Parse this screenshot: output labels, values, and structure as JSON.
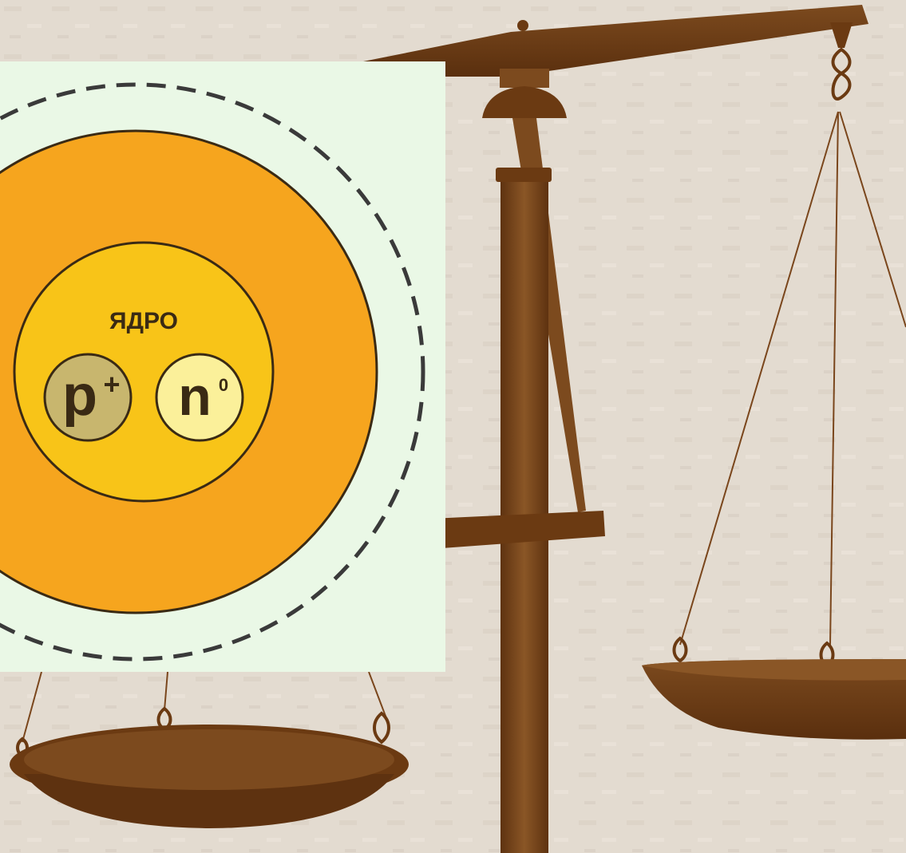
{
  "colors": {
    "background": "#e3dbd0",
    "scale_wood_dark": "#6b3a12",
    "scale_wood_light": "#8a5626",
    "panel_bg": "#eaf8e6",
    "shell_orange": "#f6a51e",
    "nucleus_yellow": "#f8c418",
    "proton_fill": "#c8b66e",
    "neutron_fill": "#fbf09a",
    "outline": "#3a2a14"
  },
  "icons": {
    "scale": "balance-scale-icon",
    "atom": "atom-model-icon"
  },
  "atom": {
    "nucleus_label": "ЯДРО",
    "proton_symbol": "p",
    "proton_charge": "+",
    "neutron_symbol": "n",
    "neutron_charge": "0"
  }
}
